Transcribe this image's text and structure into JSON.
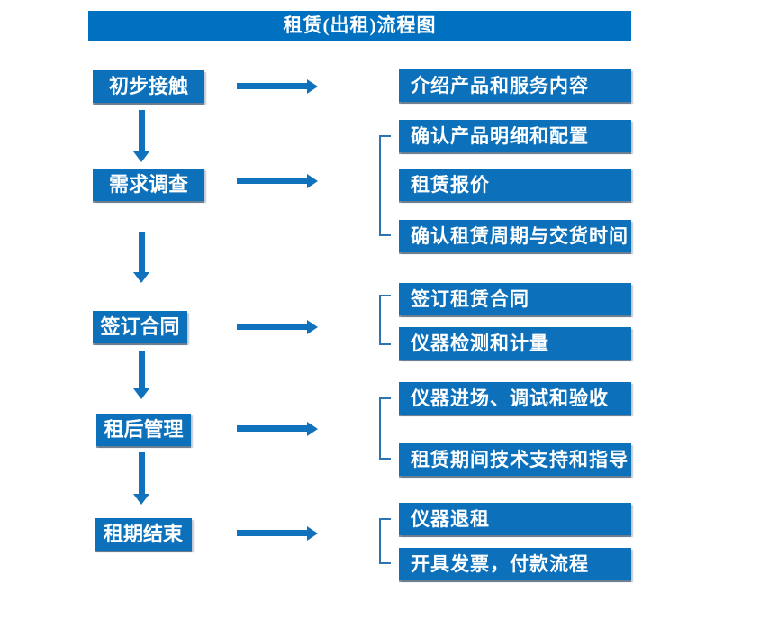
{
  "title": "租赁(出租)流程图",
  "steps": [
    {
      "label": "初步接触",
      "details": [
        "介绍产品和服务内容"
      ]
    },
    {
      "label": "需求调查",
      "details": [
        "确认产品明细和配置",
        "租赁报价",
        "确认租赁周期与交货时间"
      ]
    },
    {
      "label": "签订合同",
      "details": [
        "签订租赁合同",
        "仪器检测和计量"
      ]
    },
    {
      "label": "租后管理",
      "details": [
        "仪器进场、调试和验收",
        "租赁期间技术支持和指导"
      ]
    },
    {
      "label": "租期结束",
      "details": [
        "仪器退租",
        "开具发票，付款流程"
      ]
    }
  ],
  "colors": {
    "title_bar": "#0070c0",
    "box": "#0c70ba",
    "arrow": "#1072bc",
    "bracket": "#2e74b5",
    "text": "#ffffff",
    "background": "#ffffff"
  }
}
